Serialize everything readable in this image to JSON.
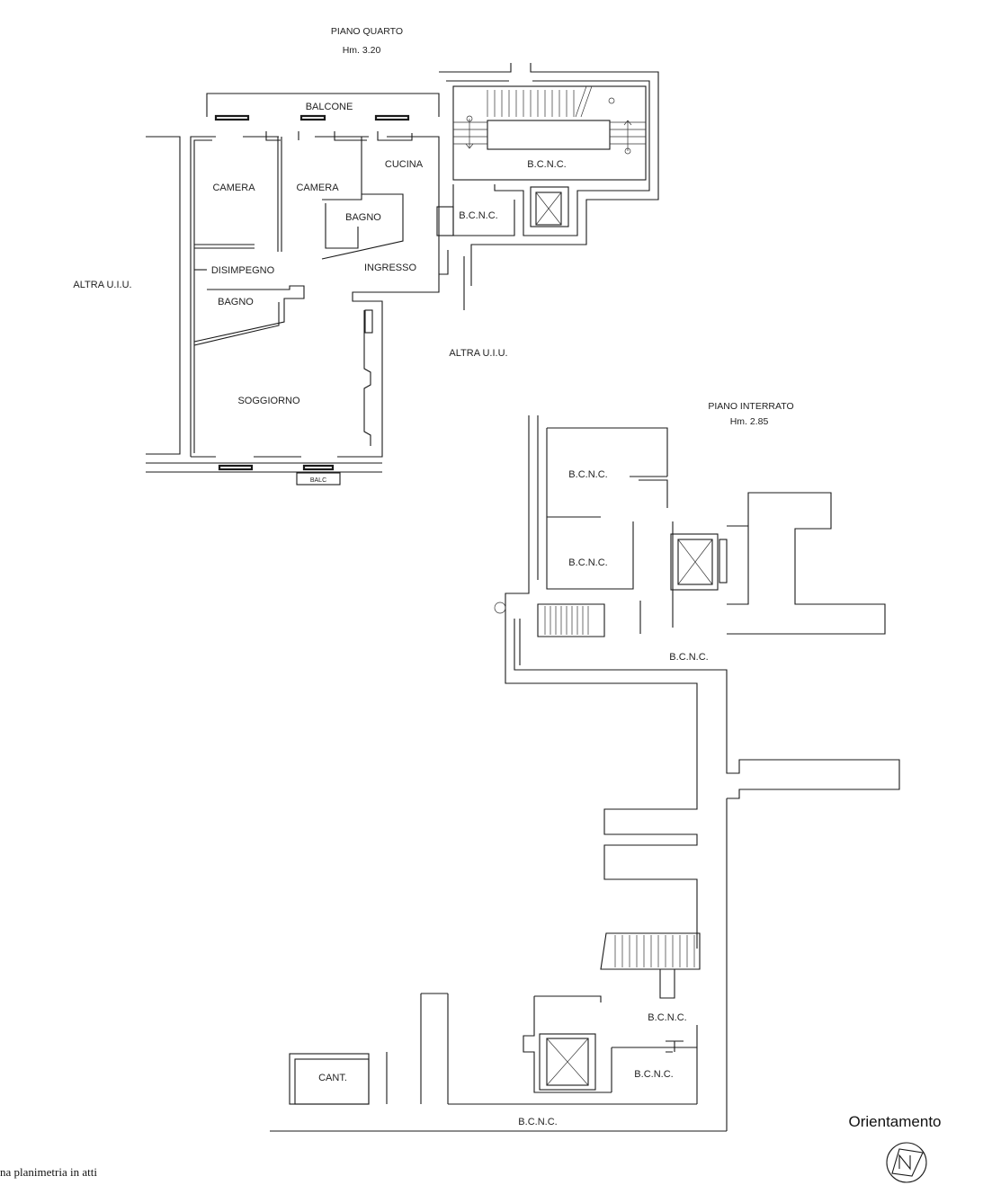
{
  "floor_upper": {
    "title": "PIANO QUARTO",
    "height": "Hm. 3.20",
    "rooms": {
      "balcone": "BALCONE",
      "camera1": "CAMERA",
      "camera2": "CAMERA",
      "cucina": "CUCINA",
      "bcnc_stair": "B.C.N.C.",
      "bcnc_left": "B.C.N.C.",
      "bagno1": "BAGNO",
      "disimpegno": "DISIMPEGNO",
      "ingresso": "INGRESSO",
      "bagno2": "BAGNO",
      "soggiorno": "SOGGIORNO",
      "balc": "BALC"
    },
    "others": {
      "altra_left": "ALTRA U.I.U.",
      "altra_right": "ALTRA U.I.U."
    }
  },
  "floor_basement": {
    "title": "PIANO INTERRATO",
    "height": "Hm. 2.85",
    "rooms": {
      "bcnc1": "B.C.N.C.",
      "bcnc2": "B.C.N.C.",
      "bcnc3": "B.C.N.C.",
      "bcnc4": "B.C.N.C.",
      "bcnc5": "B.C.N.C.",
      "bcnc6": "B.C.N.C.",
      "cant": "CANT."
    }
  },
  "orientation": {
    "label": "Orientamento",
    "symbol": "north-arrow"
  },
  "footer_text": "na planimetria in atti"
}
